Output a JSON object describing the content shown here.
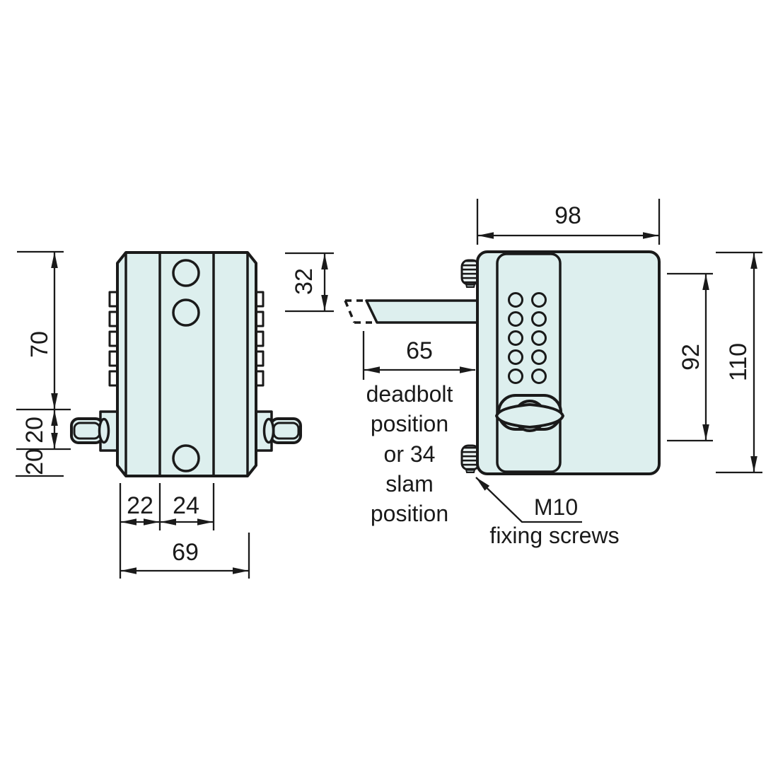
{
  "drawing": {
    "description": "Two-view dimensioned technical drawing of a push-button keypad deadbolt lock",
    "body_fill_color": "#ddefee",
    "line_color": "#1a1a1a"
  },
  "left_view": {
    "dims": {
      "body_height": "70",
      "spindle_height": "20",
      "below_spindle": "20",
      "left_section_width": "22",
      "mid_section_width": "24",
      "total_width": "69"
    }
  },
  "right_view": {
    "dims": {
      "total_width": "98",
      "bolt_vertical_offset": "32",
      "bolt_throw": "65",
      "screw_centres": "92",
      "total_height": "110"
    },
    "bolt_note": [
      "deadbolt",
      "position",
      "or 34",
      "slam",
      "position"
    ],
    "screw_note": [
      "M10",
      "fixing screws"
    ]
  }
}
